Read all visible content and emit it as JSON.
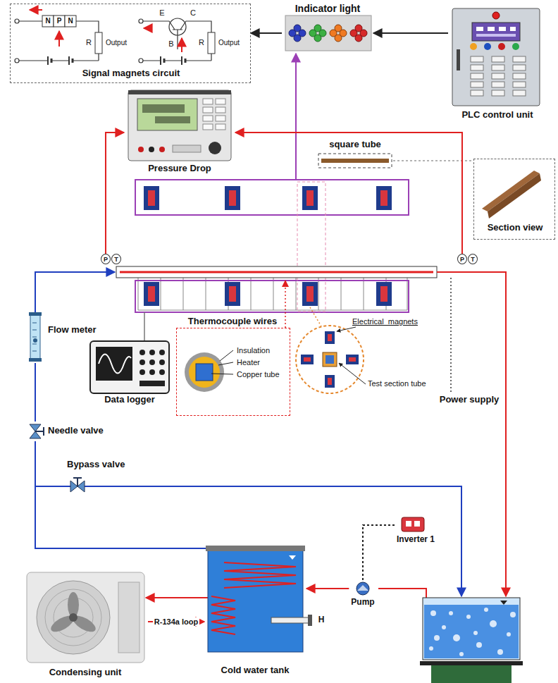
{
  "diagram": {
    "nodes": [
      {
        "text": [
          "Signal magnets circuit"
        ]
      },
      {
        "text": [
          "Indicator light"
        ]
      },
      {
        "text": [
          "PLC control unit"
        ]
      },
      {
        "text": [
          "Pressure Drop"
        ]
      },
      {
        "text": [
          "square tube"
        ]
      },
      {
        "text": [
          "Section view"
        ]
      },
      {
        "text": [
          "P"
        ]
      },
      {
        "text": [
          "T"
        ]
      },
      {
        "text": [
          "P"
        ]
      },
      {
        "text": [
          "T"
        ]
      },
      {
        "text": [
          "Flow meter"
        ]
      },
      {
        "text": [
          "Data logger"
        ]
      },
      {
        "text": [
          "Insulation",
          "Heater",
          "Copper tube"
        ]
      },
      {
        "text": [
          "Electrical_magnets",
          "Test section tube"
        ]
      },
      {
        "text": [
          "Needle valve"
        ]
      },
      {
        "text": [
          "Bypass valve"
        ]
      },
      {
        "text": [
          "Inverter 1"
        ]
      },
      {
        "text": [
          "Pump"
        ]
      },
      {
        "text": [
          "Cold water tank"
        ]
      },
      {
        "text": [
          "Condensing unit"
        ]
      }
    ],
    "edges": [
      {
        "from": 2,
        "to": 1,
        "arrow": "to"
      },
      {
        "from": 1,
        "to": 0,
        "arrow": "to"
      },
      {
        "from": 6,
        "to": 3,
        "arrow": "to"
      },
      {
        "from": 8,
        "to": 3,
        "arrow": "to"
      },
      {
        "from": 14,
        "to": 10,
        "arrow": "none"
      },
      {
        "from": 16,
        "to": 17,
        "arrow": "none"
      },
      {
        "from": 17,
        "to": 18,
        "arrow": "to"
      },
      {
        "from": 19,
        "to": 18,
        "arrow": "to",
        "label": "R-134a loop"
      }
    ],
    "labels": [
      "N",
      "P",
      "N",
      "R",
      "Output",
      "E",
      "C",
      "B",
      "R",
      "Output",
      "Thermocouple wires",
      "Power supply",
      "H"
    ]
  }
}
